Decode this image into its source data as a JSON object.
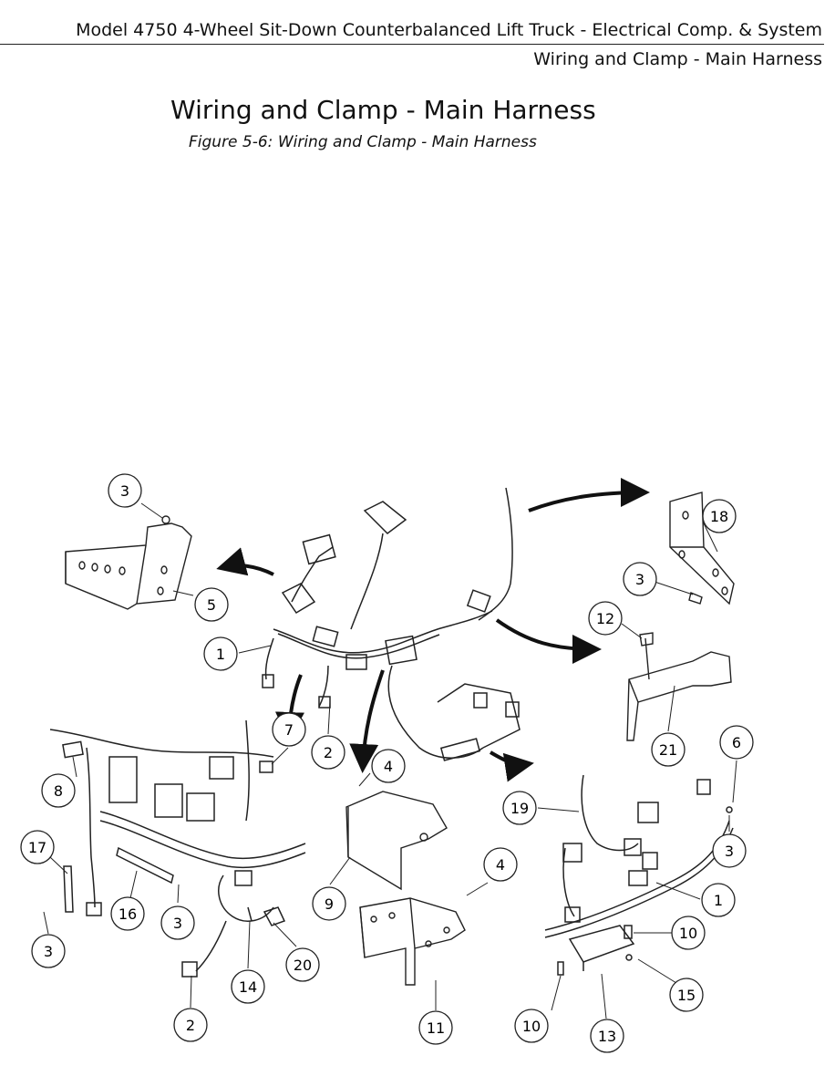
{
  "header": {
    "title": "Model 4750 4-Wheel Sit-Down Counterbalanced Lift Truck - Electrical Comp. & System",
    "section": "Wiring and Clamp - Main Harness"
  },
  "page_title": "Wiring and Clamp - Main Harness",
  "figure_caption": "Figure 5-6: Wiring and Clamp - Main Harness",
  "callouts": [
    {
      "id": "c3a",
      "label": "3"
    },
    {
      "id": "c5",
      "label": "5"
    },
    {
      "id": "c1a",
      "label": "1"
    },
    {
      "id": "c18",
      "label": "18"
    },
    {
      "id": "c3b",
      "label": "3"
    },
    {
      "id": "c12",
      "label": "12"
    },
    {
      "id": "c21",
      "label": "21"
    },
    {
      "id": "c7",
      "label": "7"
    },
    {
      "id": "c2a",
      "label": "2"
    },
    {
      "id": "c4a",
      "label": "4"
    },
    {
      "id": "c6",
      "label": "6"
    },
    {
      "id": "c8",
      "label": "8"
    },
    {
      "id": "c19",
      "label": "19"
    },
    {
      "id": "c3c",
      "label": "3"
    },
    {
      "id": "c17",
      "label": "17"
    },
    {
      "id": "c4b",
      "label": "4"
    },
    {
      "id": "c9",
      "label": "9"
    },
    {
      "id": "c1b",
      "label": "1"
    },
    {
      "id": "c16",
      "label": "16"
    },
    {
      "id": "c3d",
      "label": "3"
    },
    {
      "id": "c10a",
      "label": "10"
    },
    {
      "id": "c3e",
      "label": "3"
    },
    {
      "id": "c20",
      "label": "20"
    },
    {
      "id": "c14",
      "label": "14"
    },
    {
      "id": "c15",
      "label": "15"
    },
    {
      "id": "c2b",
      "label": "2"
    },
    {
      "id": "c11",
      "label": "11"
    },
    {
      "id": "c10b",
      "label": "10"
    },
    {
      "id": "c13",
      "label": "13"
    }
  ]
}
